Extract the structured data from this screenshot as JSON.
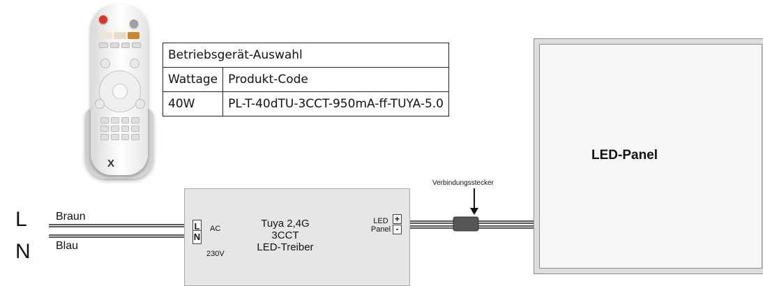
{
  "remote": {
    "logo": "X",
    "colors": {
      "power": "#d9342b",
      "warm": "#c8862f",
      "cool": "#e8dcc8",
      "neutral": "#f0e6d8"
    }
  },
  "table": {
    "title": "Betriebsgerät-Auswahl",
    "headers": [
      "Wattage",
      "Produkt-Code"
    ],
    "rows": [
      {
        "wattage": "40W",
        "code": "PL-T-40dTU-3CCT-950mA-ff-TUYA-5.0"
      }
    ]
  },
  "led_panel": {
    "label": "LED-Panel"
  },
  "driver": {
    "title": "Tuya 2,4G\n3CCT\nLED-Treiber",
    "input_label": "AC",
    "voltage": "230V",
    "input_terminals": [
      "L",
      "N"
    ],
    "output_label": "LED\nPanel",
    "output_terminals": [
      "+",
      "-"
    ]
  },
  "wiring": {
    "phase": "L",
    "neutral": "N",
    "phase_wire": "Braun",
    "neutral_wire": "Blau",
    "connector": "Verbindungsstecker"
  }
}
